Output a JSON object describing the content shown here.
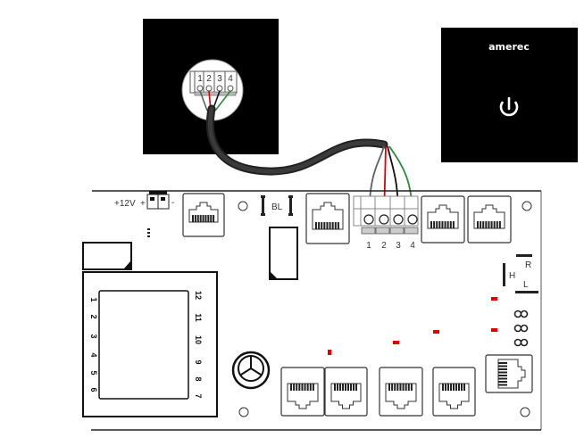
{
  "wall_unit": {
    "terminal_numbers": [
      "1",
      "2",
      "3",
      "4"
    ]
  },
  "control_panel": {
    "brand": "amerec",
    "power_icon": "power-icon"
  },
  "board": {
    "power_label": "+12V",
    "plus_sign": "+",
    "minus_sign": "-",
    "bl_label": "BL",
    "terminal_numbers": [
      "1",
      "2",
      "3",
      "4"
    ],
    "jumper_r": "R",
    "jumper_h": "H",
    "jumper_l": "L",
    "transformer_pins_left": [
      "1",
      "2",
      "3",
      "4",
      "5",
      "6"
    ],
    "transformer_pins_right": [
      "12",
      "11",
      "10",
      "9",
      "8",
      "7"
    ]
  },
  "wire_colors": {
    "wire1": "#606060",
    "wire2": "#e00000",
    "wire3": "#111111",
    "wire4": "#2a8a3a",
    "led": "#e00000"
  }
}
